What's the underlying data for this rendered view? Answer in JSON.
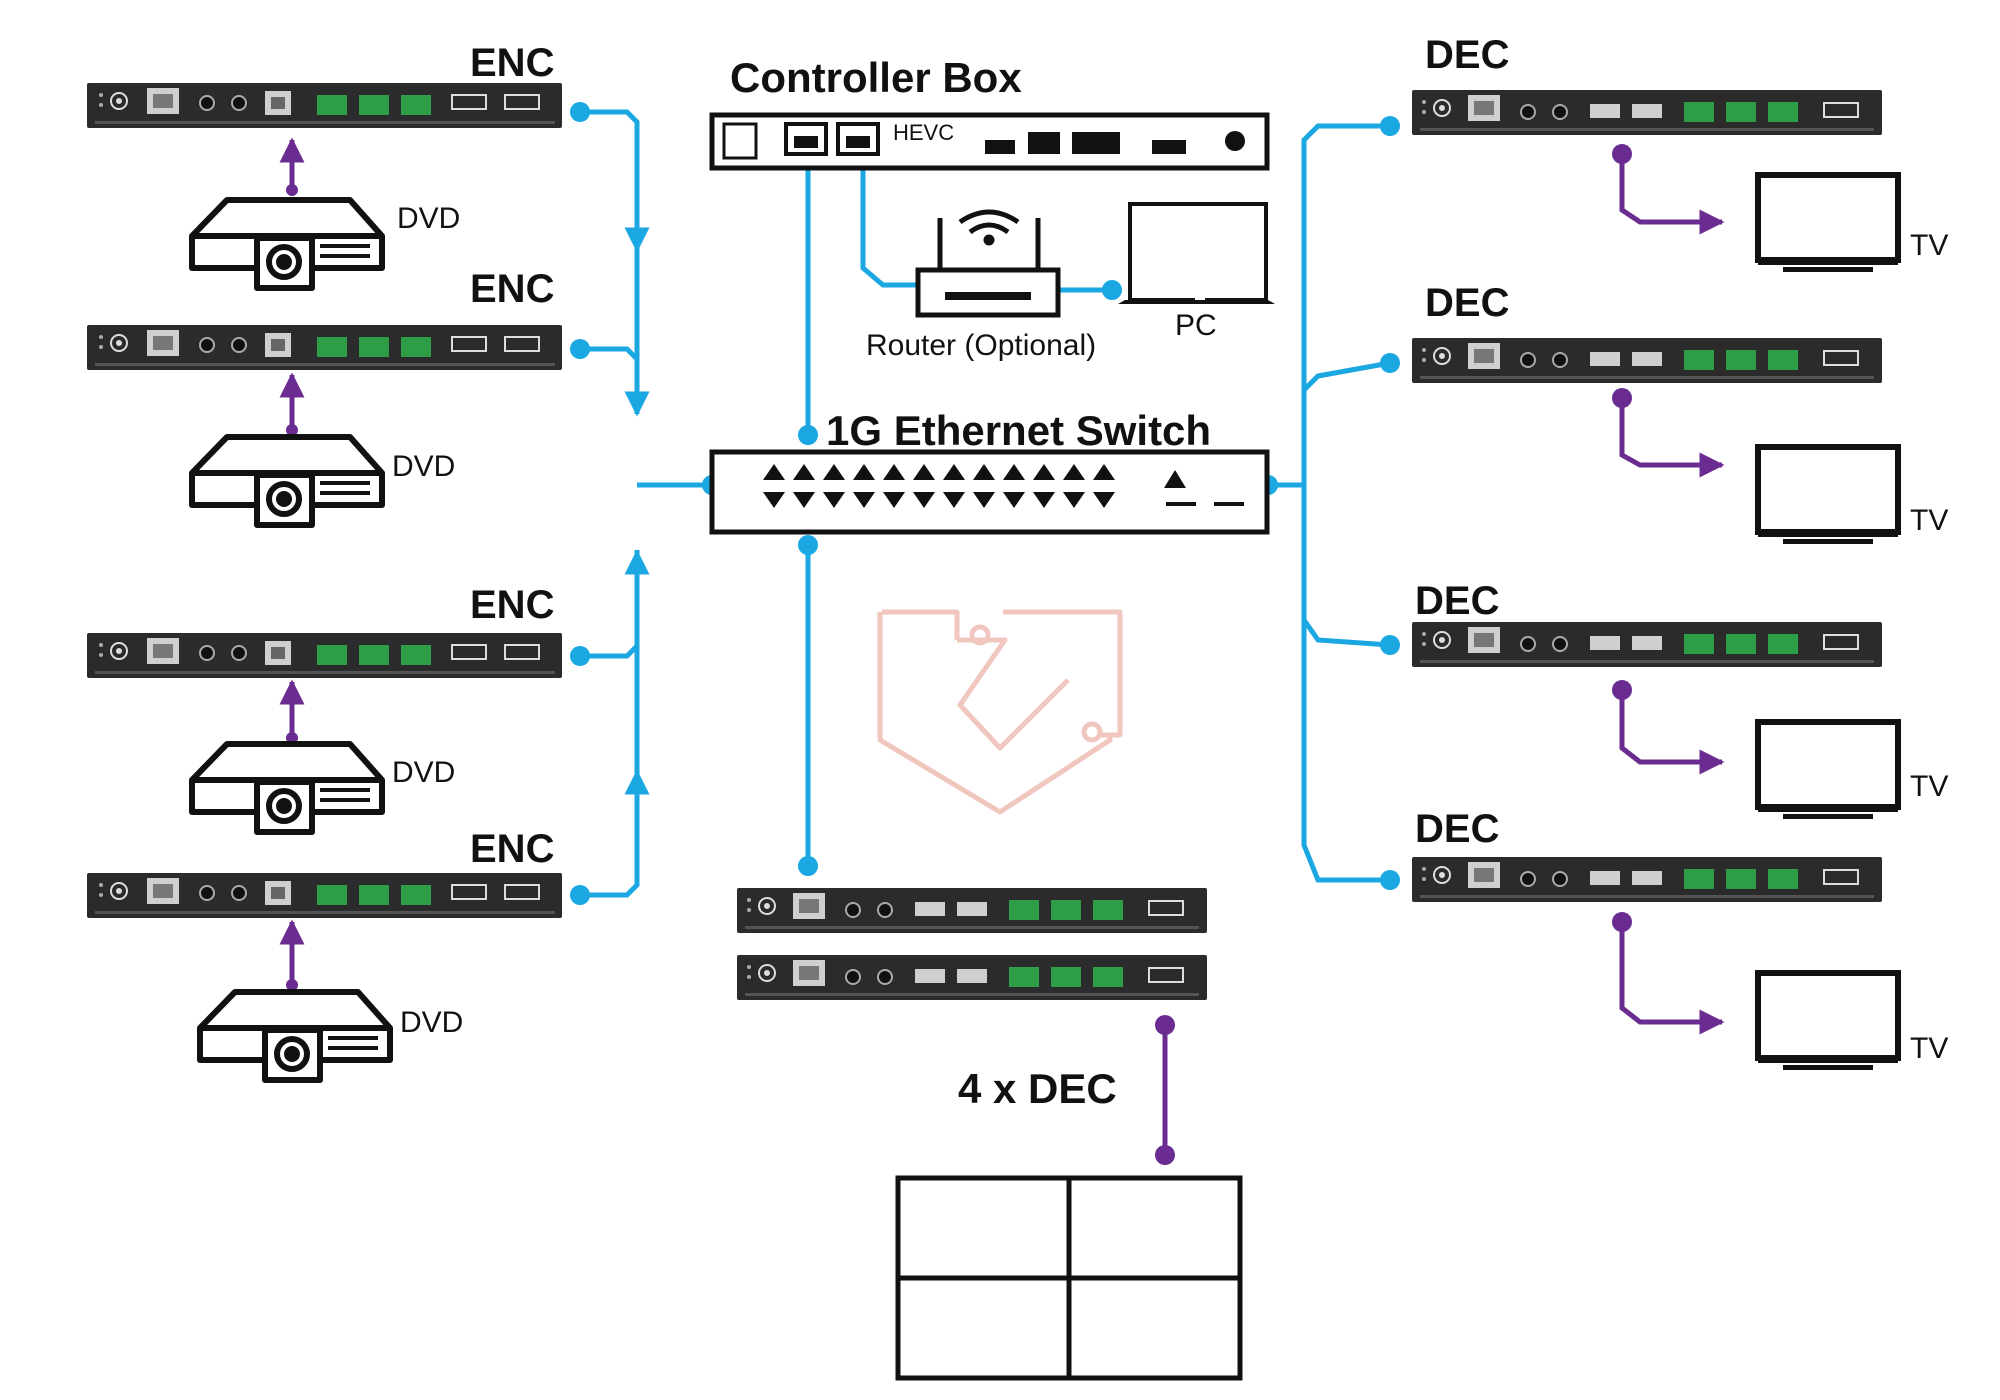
{
  "diagram": {
    "controller": {
      "title": "Controller Box",
      "tag": "HEVC"
    },
    "router": {
      "label": "Router (Optional)"
    },
    "pc": {
      "label": "PC"
    },
    "switch": {
      "title": "1G Ethernet Switch"
    },
    "encoders": [
      {
        "label": "ENC",
        "source": "DVD"
      },
      {
        "label": "ENC",
        "source": "DVD"
      },
      {
        "label": "ENC",
        "source": "DVD"
      },
      {
        "label": "ENC",
        "source": "DVD"
      }
    ],
    "decoders": [
      {
        "label": "DEC",
        "display": "TV"
      },
      {
        "label": "DEC",
        "display": "TV"
      },
      {
        "label": "DEC",
        "display": "TV"
      },
      {
        "label": "DEC",
        "display": "TV"
      }
    ],
    "videowall": {
      "label": "4 x DEC"
    }
  },
  "colors": {
    "network": "#1ba7e1",
    "av": "#6a2c91",
    "device": "#2b2b2b",
    "port": "#2e9d47"
  }
}
